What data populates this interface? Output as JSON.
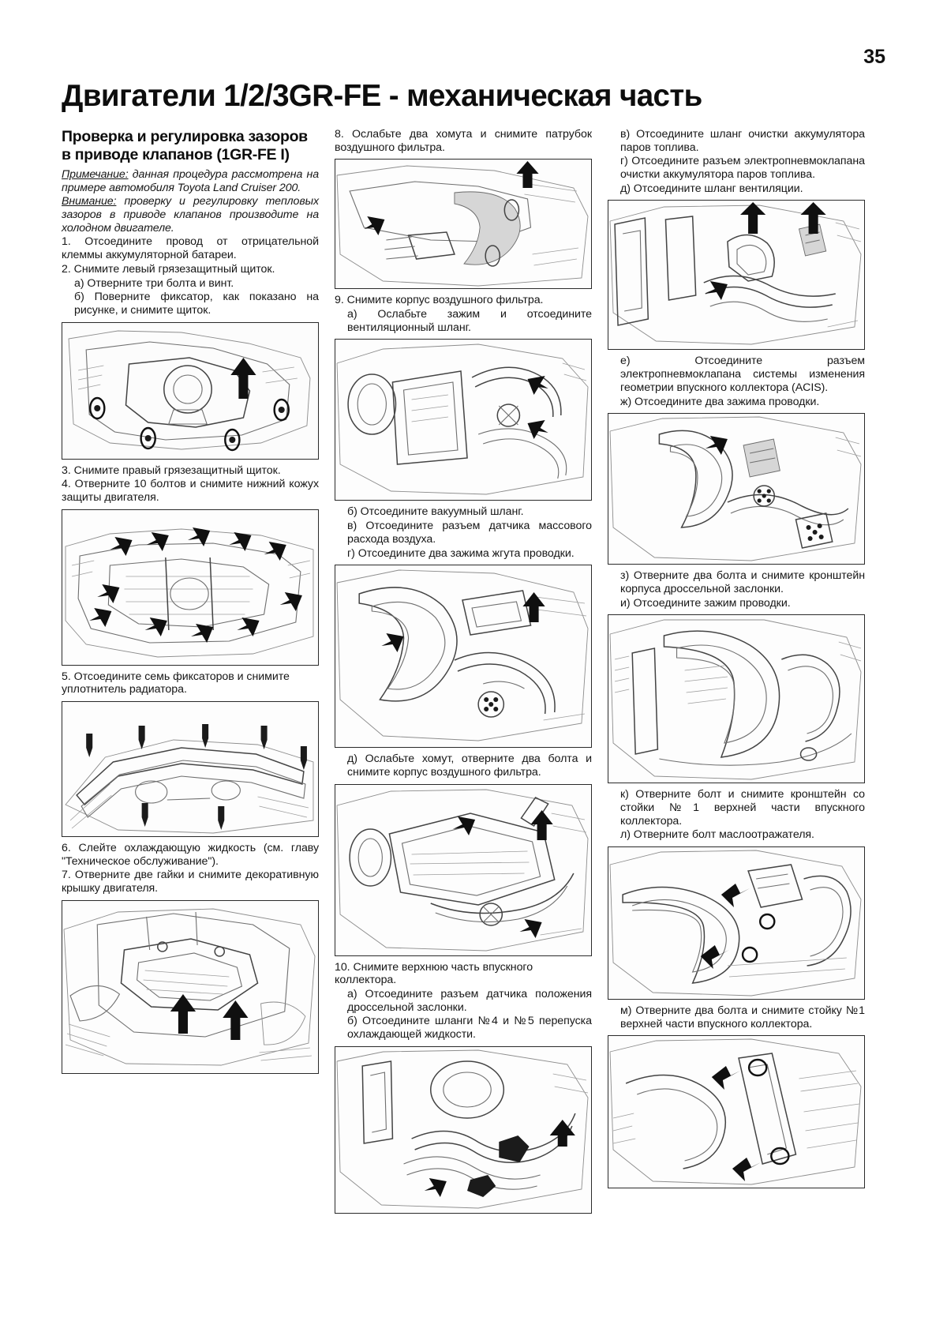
{
  "page": {
    "number": "35",
    "title": "Двигатели 1/2/3GR-FE - механическая часть"
  },
  "columns": {
    "left": {
      "heading": "Проверка и регулировка зазоров в приводе клапанов (1GR-FE I)",
      "note_label": "Примечание:",
      "note_text": " данная процедура рассмотрена на примере автомобиля Toyota Land Cruiser 200.",
      "warn_label": "Внимание:",
      "warn_text": " проверку и регулировку тепловых зазоров в приводе клапанов производите на холодном двигателе.",
      "step1": "1. Отсоедините провод от отрицательной клеммы аккумуляторной батареи.",
      "step2": "2. Снимите левый грязезащитный щиток.",
      "step2a": "а) Отверните три болта и винт.",
      "step2b": "б) Поверните фиксатор, как показано на рисунке, и снимите щиток.",
      "fig1_caption": "mud-shield-removal-figure",
      "step3": "3. Снимите правый грязезащитный щиток.",
      "step4": "4. Отверните 10 болтов и снимите нижний кожух защиты двигателя.",
      "fig2_caption": "engine-under-cover-figure",
      "step5": "5. Отсоедините семь фиксаторов и снимите уплотнитель радиатора.",
      "fig3_caption": "radiator-seal-figure",
      "step6": "6. Слейте охлаждающую жидкость (см. главу \"Техническое обслуживание\").",
      "step7": "7. Отверните две гайки и снимите декоративную крышку двигателя.",
      "fig4_caption": "engine-decorative-cover-figure"
    },
    "middle": {
      "step8": "8. Ослабьте два хомута и снимите патрубок воздушного фильтра.",
      "fig5_caption": "air-filter-pipe-figure",
      "step9": "9. Снимите корпус воздушного фильтра.",
      "step9a": "а) Ослабьте зажим и отсоедините вентиляционный шланг.",
      "fig6_caption": "ventilation-hose-figure",
      "step9b": "б) Отсоедините вакуумный шланг.",
      "step9v": "в) Отсоедините разъем датчика массового расхода воздуха.",
      "step9g": "г) Отсоедините два зажима жгута проводки.",
      "fig7_caption": "maf-sensor-connector-figure",
      "step9d": "д) Ослабьте хомут, отверните два болта и снимите корпус воздушного фильтра.",
      "fig8_caption": "air-filter-housing-figure",
      "step10": "10. Снимите верхнюю часть впускного коллектора.",
      "step10a": "а) Отсоедините разъем датчика положения дроссельной заслонки.",
      "step10b": "б) Отсоедините шланги №4 и №5 перепуска охлаждающей жидкости.",
      "fig9_caption": "throttle-position-sensor-figure"
    },
    "right": {
      "step10v": "в) Отсоедините шланг очистки аккумулятора паров топлива.",
      "step10g": "г) Отсоедините разъем электропневмоклапана очистки аккумулятора паров топлива.",
      "step10d": "д) Отсоедините шланг вентиляции.",
      "fig10_caption": "charcoal-canister-hose-figure",
      "step10e": "е) Отсоедините разъем электропневмоклапана системы изменения геометрии впускного коллектора (ACIS).",
      "step10zh": "ж) Отсоедините два зажима проводки.",
      "fig11_caption": "acis-solenoid-figure",
      "step10z": "з) Отверните два болта и снимите кронштейн корпуса дроссельной заслонки.",
      "step10i": "и) Отсоедините зажим проводки.",
      "fig12_caption": "throttle-body-bracket-figure",
      "step10k": "к) Отверните болт и снимите кронштейн со стойки №1 верхней части впускного коллектора.",
      "step10l": "л) Отверните болт маслоотражателя.",
      "fig13_caption": "oil-deflector-bolt-figure",
      "step10m": "м) Отверните два болта и снимите стойку №1 верхней части впускного коллектора.",
      "fig14_caption": "intake-manifold-stay-figure"
    }
  }
}
